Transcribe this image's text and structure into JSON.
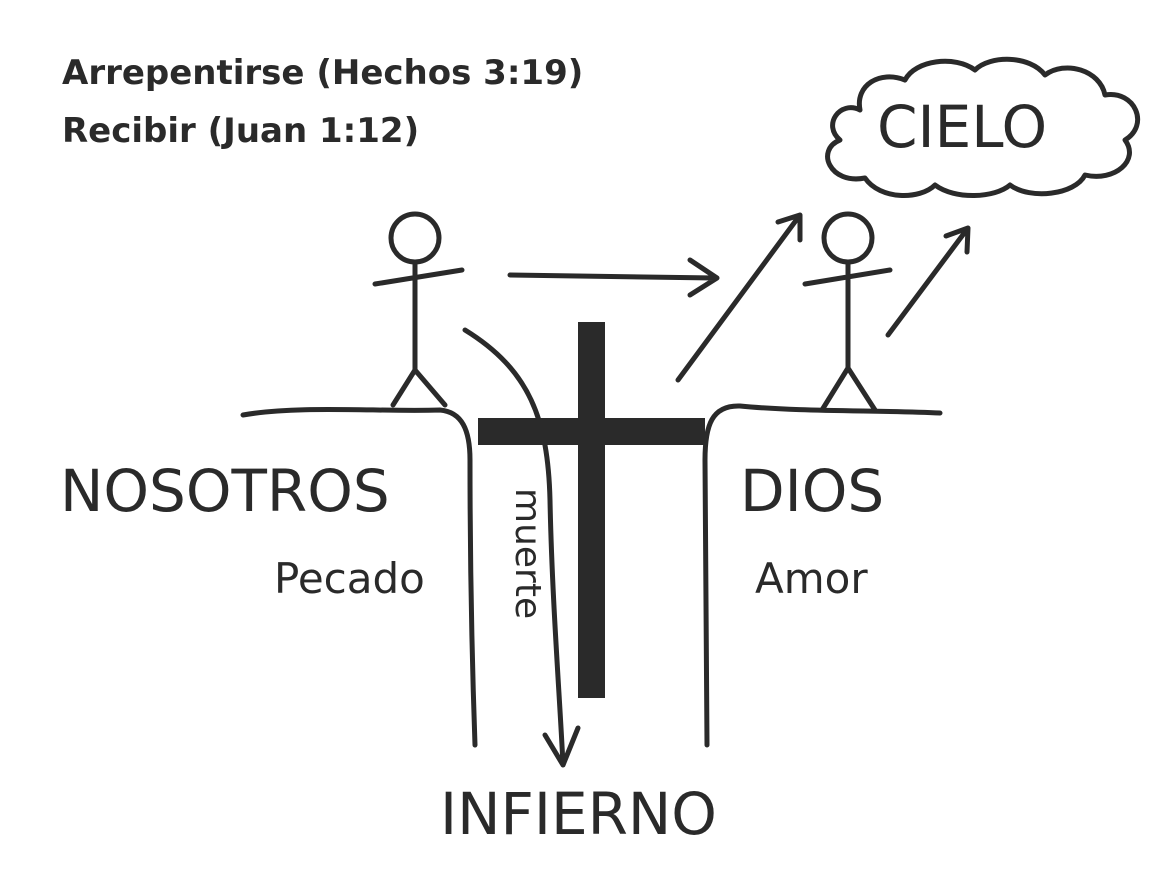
{
  "verses": [
    "Arrepentirse (Hechos 3:19)",
    "Recibir (Juan 1:12)"
  ],
  "heaven_label": "CIELO",
  "left_label": "NOSOTROS",
  "left_sub": "Pecado",
  "right_label": "DIOS",
  "right_sub": "Amor",
  "chasm_label": "muerte",
  "bottom_label": "INFIERNO",
  "colors": {
    "ink": "#2a2a2a",
    "background": "#ffffff"
  }
}
